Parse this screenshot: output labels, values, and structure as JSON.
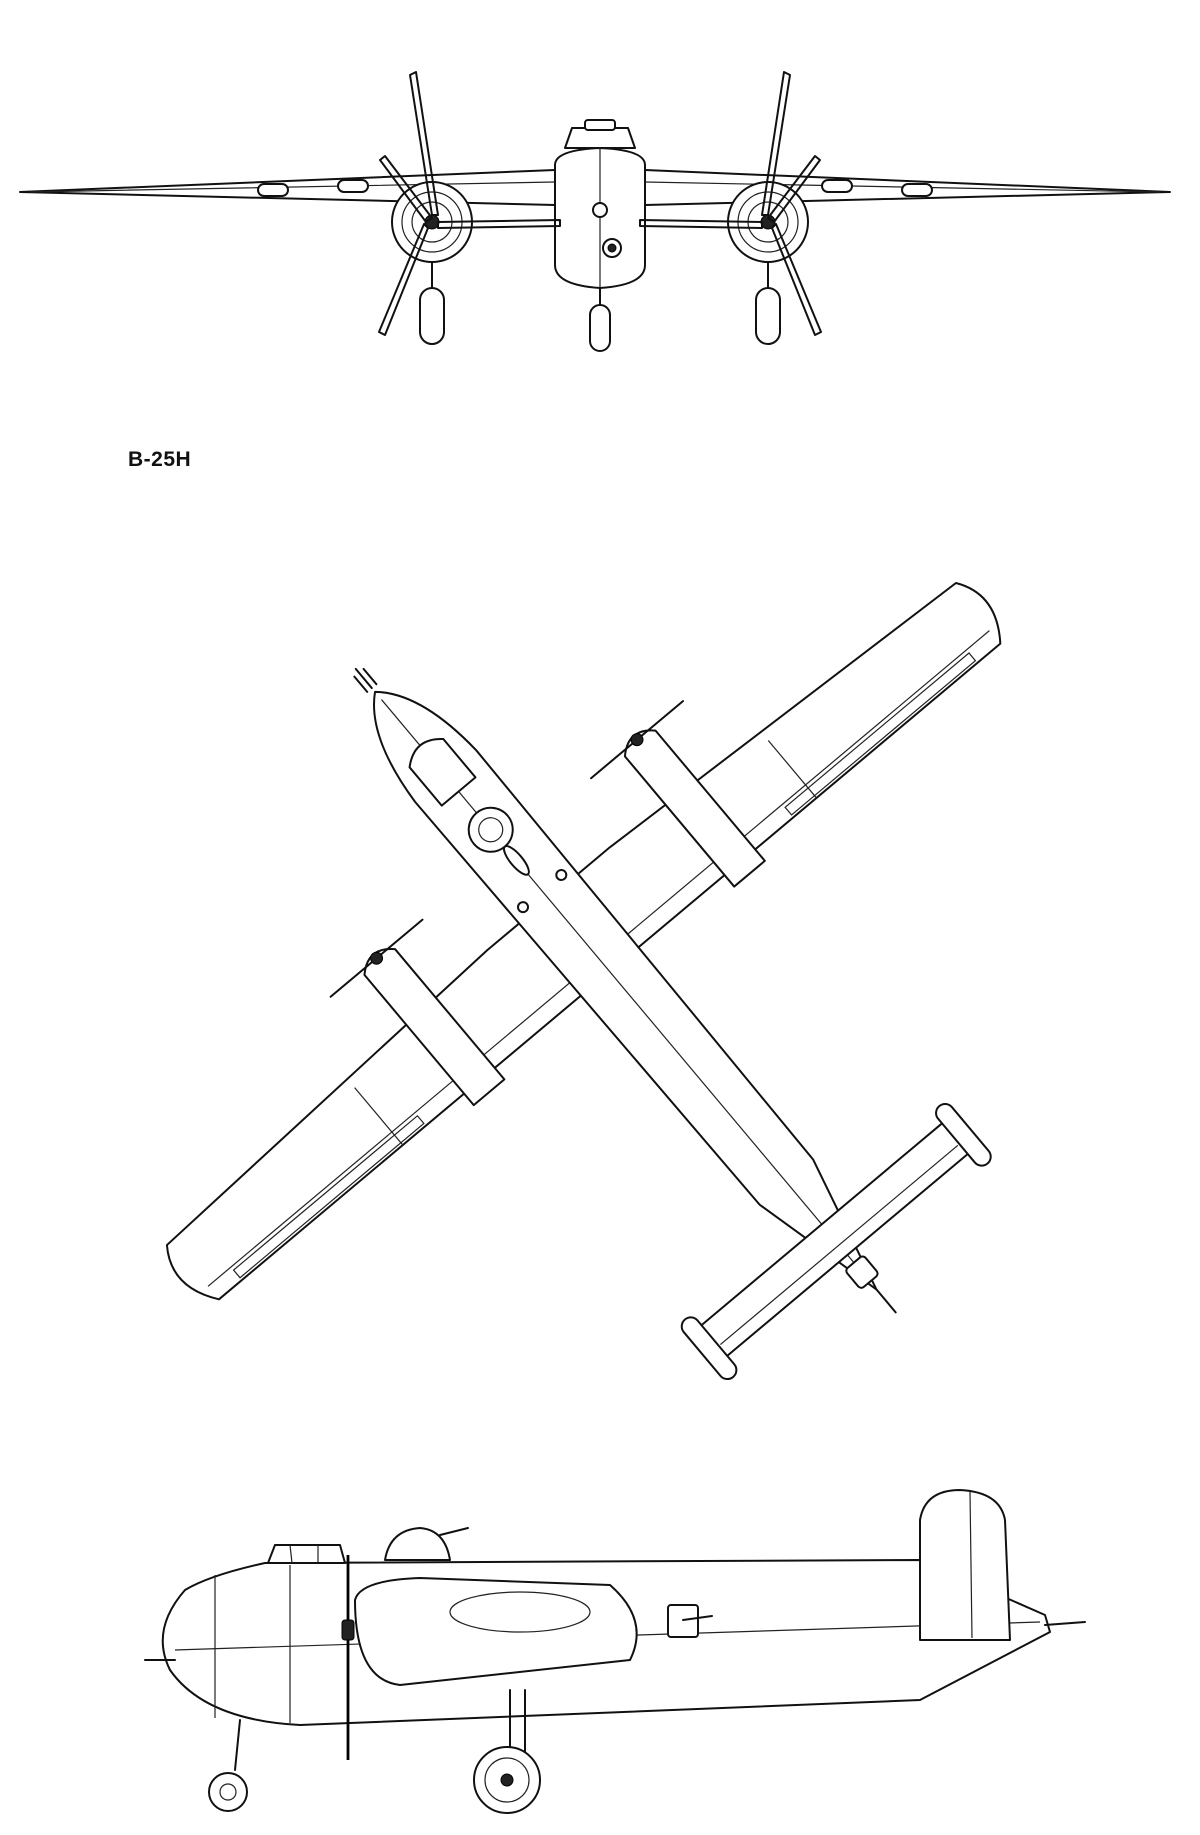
{
  "drawing": {
    "variant_label": "B-25H"
  },
  "views": [
    "front-view",
    "top-view",
    "side-view"
  ]
}
